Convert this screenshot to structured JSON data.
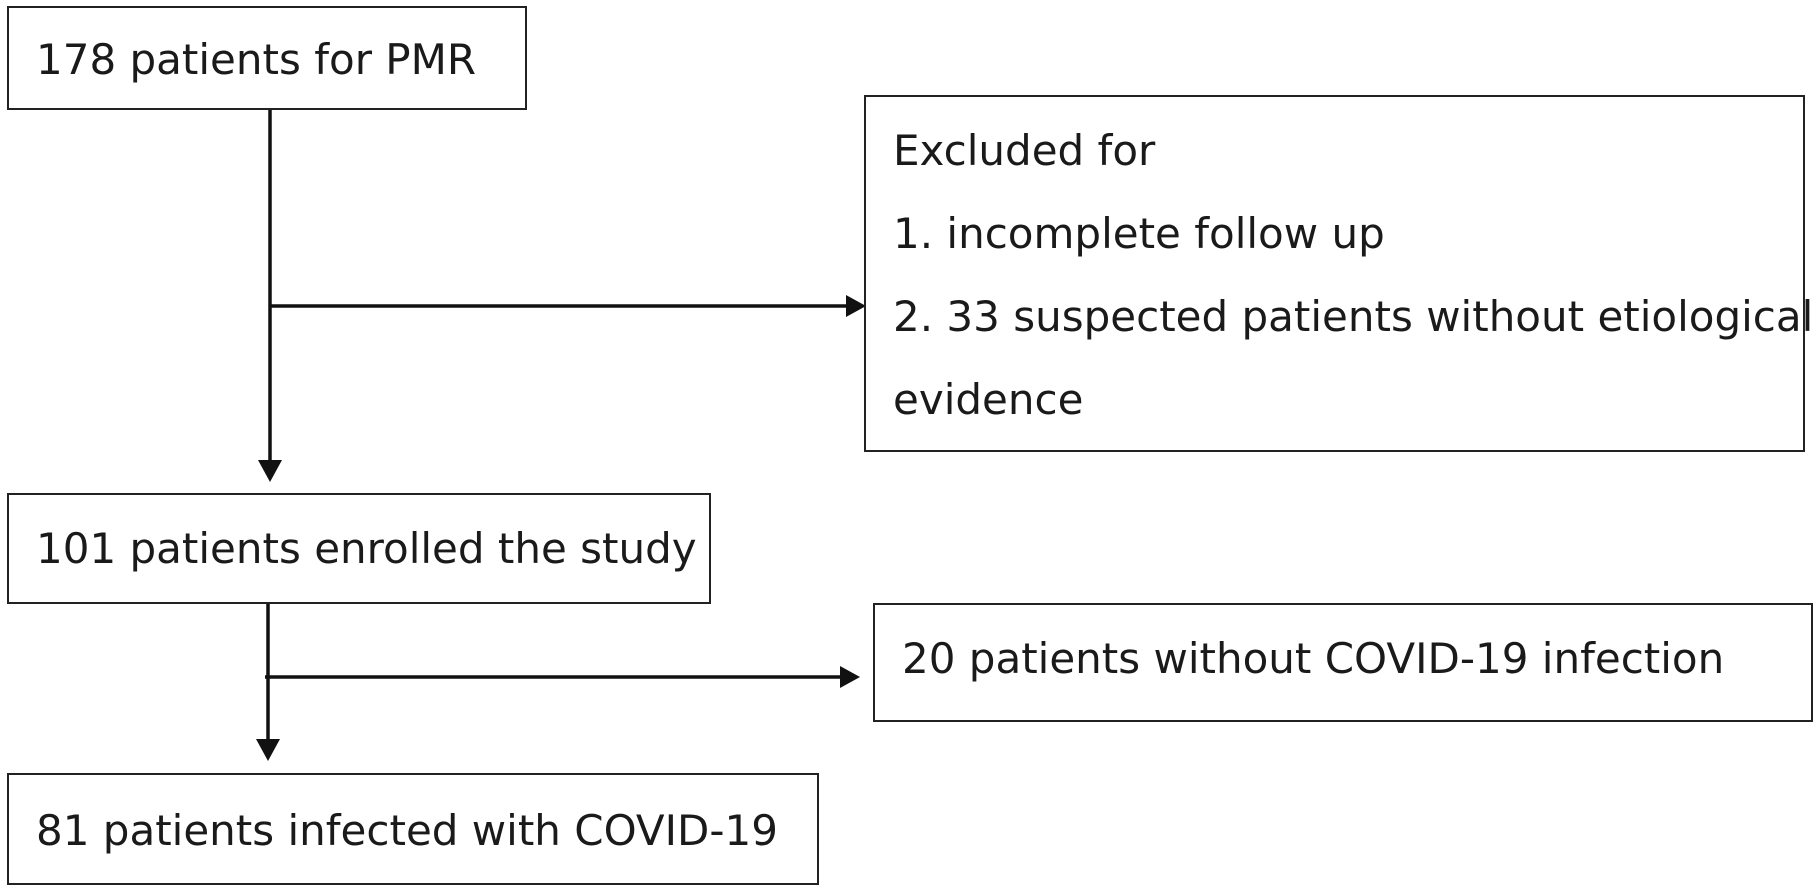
{
  "colors": {
    "line": "#111111",
    "box_border": "#222222",
    "text": "#1a1a1a",
    "background": "#ffffff"
  },
  "flowchart": {
    "initial": "178 patients for PMR",
    "exclusion": {
      "title": "Excluded for",
      "reasons": [
        "1. incomplete follow up",
        "2. 33 suspected patients without etiological",
        "evidence"
      ]
    },
    "enrolled": "101 patients enrolled the study",
    "excluded_no_covid": "20 patients without COVID-19 infection",
    "final": "81 patients infected with COVID-19"
  }
}
